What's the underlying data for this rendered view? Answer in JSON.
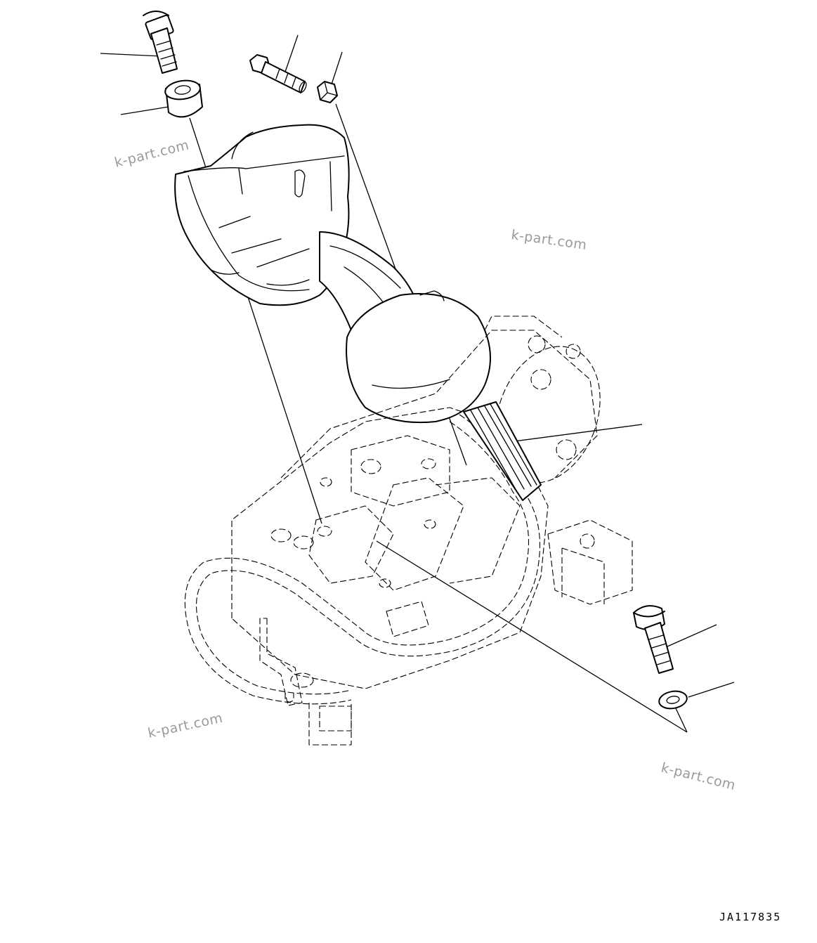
{
  "diagram": {
    "drawing_number": "JA117835",
    "watermarks": [
      "k-part.com",
      "k-part.com",
      "k-part.com",
      "k-part.com"
    ],
    "parts": [
      "hex-bolt-top-left",
      "spacer-collar",
      "hex-bolt-small",
      "hex-nut",
      "lever-grip",
      "wire-harness",
      "valve-body",
      "hex-bolt-right",
      "washer"
    ],
    "line_color": "#000000",
    "watermark_color": "#9a9a9a",
    "background": "#ffffff"
  }
}
